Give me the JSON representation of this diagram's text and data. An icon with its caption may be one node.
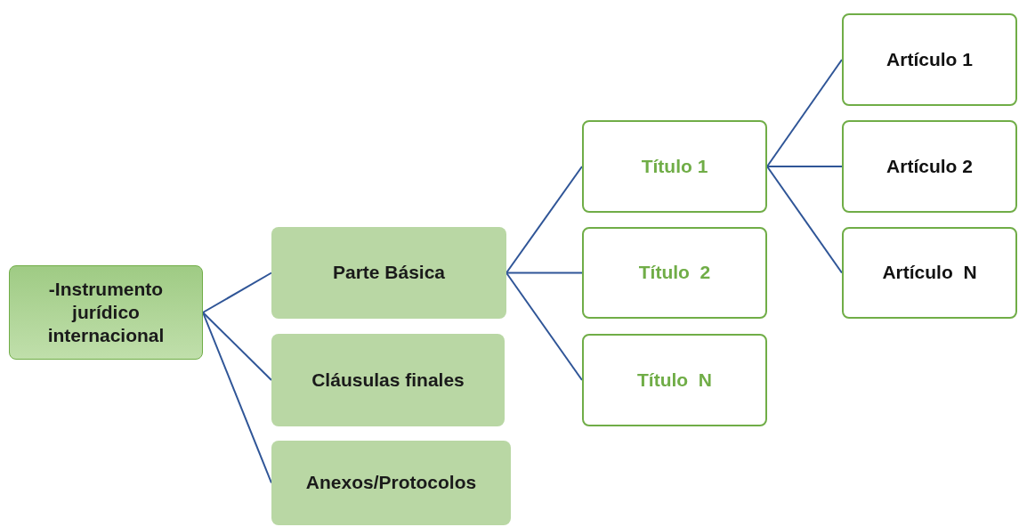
{
  "diagram": {
    "nodes": [
      {
        "text": [
          "-Instrumento jurídico internacional"
        ]
      },
      {
        "text": [
          "Parte Básica"
        ]
      },
      {
        "text": [
          "Cláusulas finales"
        ]
      },
      {
        "text": [
          "Anexos/Protocolos"
        ]
      },
      {
        "text": [
          "Título 1"
        ]
      },
      {
        "text": [
          "Título  2"
        ]
      },
      {
        "text": [
          "Título  N"
        ]
      },
      {
        "text": [
          "Artículo 1"
        ]
      },
      {
        "text": [
          "Artículo 2"
        ]
      },
      {
        "text": [
          "Artículo  N"
        ]
      }
    ],
    "edges": [
      {
        "from": 0,
        "to": 1,
        "arrow": "none"
      },
      {
        "from": 0,
        "to": 2,
        "arrow": "none"
      },
      {
        "from": 0,
        "to": 3,
        "arrow": "none"
      },
      {
        "from": 1,
        "to": 4,
        "arrow": "none"
      },
      {
        "from": 1,
        "to": 5,
        "arrow": "none"
      },
      {
        "from": 1,
        "to": 6,
        "arrow": "none"
      },
      {
        "from": 4,
        "to": 7,
        "arrow": "none"
      },
      {
        "from": 4,
        "to": 8,
        "arrow": "none"
      },
      {
        "from": 4,
        "to": 9,
        "arrow": "none"
      }
    ]
  }
}
